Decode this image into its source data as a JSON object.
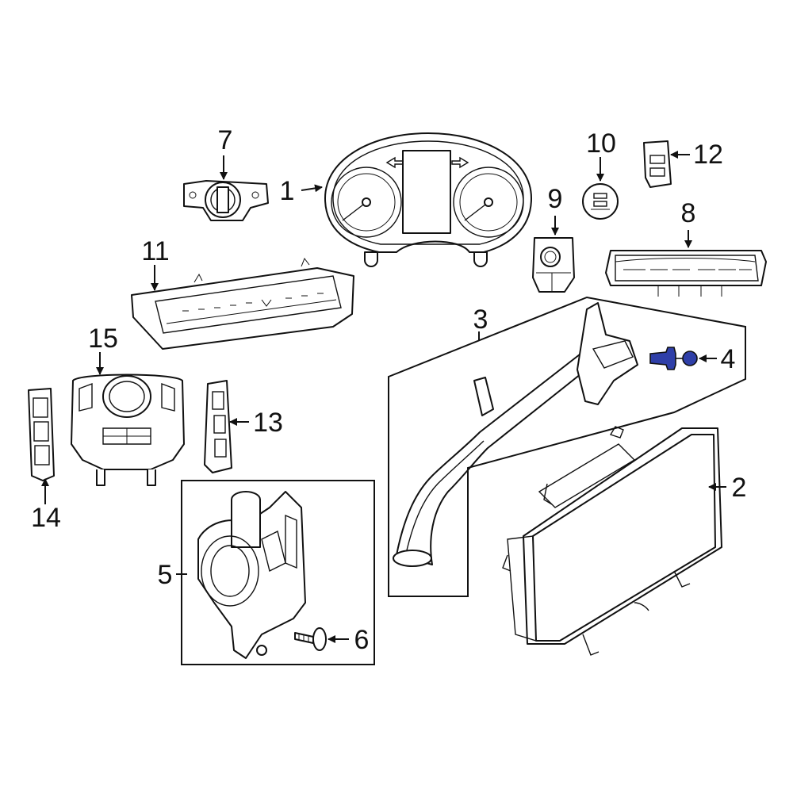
{
  "callouts": [
    {
      "id": "1",
      "label": "1"
    },
    {
      "id": "2",
      "label": "2"
    },
    {
      "id": "3",
      "label": "3"
    },
    {
      "id": "4",
      "label": "4"
    },
    {
      "id": "5",
      "label": "5"
    },
    {
      "id": "6",
      "label": "6"
    },
    {
      "id": "7",
      "label": "7"
    },
    {
      "id": "8",
      "label": "8"
    },
    {
      "id": "9",
      "label": "9"
    },
    {
      "id": "10",
      "label": "10"
    },
    {
      "id": "11",
      "label": "11"
    },
    {
      "id": "12",
      "label": "12"
    },
    {
      "id": "13",
      "label": "13"
    },
    {
      "id": "14",
      "label": "14"
    },
    {
      "id": "15",
      "label": "15"
    }
  ],
  "colors": {
    "line": "#111111",
    "background": "#ffffff",
    "highlight_part": "#2f3fa8"
  },
  "highlighted_part": "4"
}
